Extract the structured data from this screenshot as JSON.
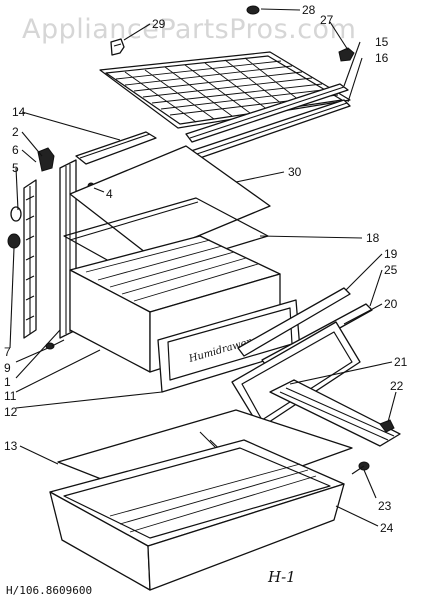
{
  "watermark": "AppliancePartsPros.com",
  "callouts": [
    "28",
    "27",
    "29",
    "15",
    "16",
    "14",
    "2",
    "6",
    "5",
    "4",
    "30",
    "18",
    "19",
    "25",
    "20",
    "7",
    "9",
    "1",
    "11",
    "12",
    "21",
    "22",
    "13",
    "23",
    "24"
  ],
  "footer": {
    "diagram_code": "H/106.8609600",
    "page_mark": "H-1"
  }
}
